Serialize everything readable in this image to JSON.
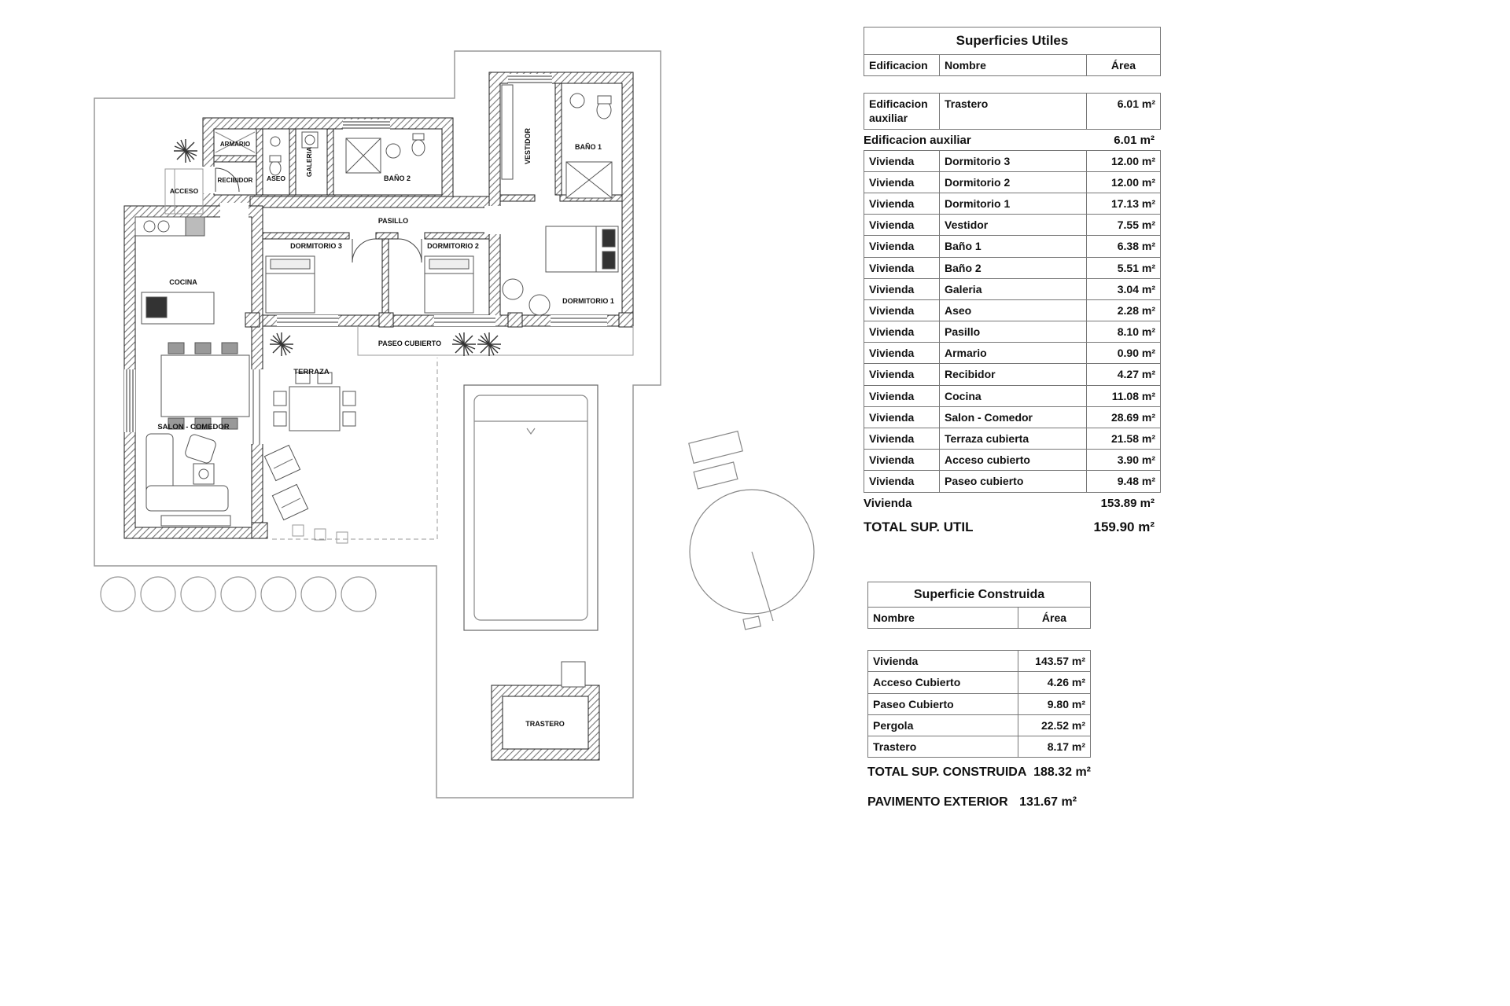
{
  "plan": {
    "labels": {
      "armario": "ARMARIO",
      "acceso": "ACCESO",
      "recibidor": "RECIBIDOR",
      "aseo": "ASEO",
      "galeria": "GALERIA",
      "bano2": "BAÑO 2",
      "pasillo": "PASILLO",
      "vestidor": "VESTIDOR",
      "bano1": "BAÑO 1",
      "dormitorio3": "DORMITORIO 3",
      "dormitorio2": "DORMITORIO 2",
      "dormitorio1": "DORMITORIO 1",
      "cocina": "COCINA",
      "salon": "SALON - COMEDOR",
      "terraza": "TERRAZA",
      "paseo": "PASEO CUBIERTO",
      "trastero": "TRASTERO"
    }
  },
  "superficies_utiles": {
    "title": "Superficies Utiles",
    "headers": [
      "Edificacion",
      "Nombre",
      "Área"
    ],
    "aux_row": {
      "edificacion": "Edificacion auxiliar",
      "nombre": "Trastero",
      "area": "6.01 m²"
    },
    "subtotal_aux": {
      "label": "Edificacion auxiliar",
      "area": "6.01 m²"
    },
    "vivienda_rows": [
      {
        "edificacion": "Vivienda",
        "nombre": "Dormitorio 3",
        "area": "12.00 m²"
      },
      {
        "edificacion": "Vivienda",
        "nombre": "Dormitorio 2",
        "area": "12.00 m²"
      },
      {
        "edificacion": "Vivienda",
        "nombre": "Dormitorio 1",
        "area": "17.13 m²"
      },
      {
        "edificacion": "Vivienda",
        "nombre": "Vestidor",
        "area": "7.55 m²"
      },
      {
        "edificacion": "Vivienda",
        "nombre": "Baño 1",
        "area": "6.38 m²"
      },
      {
        "edificacion": "Vivienda",
        "nombre": "Baño 2",
        "area": "5.51 m²"
      },
      {
        "edificacion": "Vivienda",
        "nombre": "Galeria",
        "area": "3.04 m²"
      },
      {
        "edificacion": "Vivienda",
        "nombre": "Aseo",
        "area": "2.28 m²"
      },
      {
        "edificacion": "Vivienda",
        "nombre": "Pasillo",
        "area": "8.10 m²"
      },
      {
        "edificacion": "Vivienda",
        "nombre": "Armario",
        "area": "0.90 m²"
      },
      {
        "edificacion": "Vivienda",
        "nombre": "Recibidor",
        "area": "4.27 m²"
      },
      {
        "edificacion": "Vivienda",
        "nombre": "Cocina",
        "area": "11.08 m²"
      },
      {
        "edificacion": "Vivienda",
        "nombre": "Salon - Comedor",
        "area": "28.69 m²"
      },
      {
        "edificacion": "Vivienda",
        "nombre": "Terraza cubierta",
        "area": "21.58 m²"
      },
      {
        "edificacion": "Vivienda",
        "nombre": "Acceso cubierto",
        "area": "3.90 m²"
      },
      {
        "edificacion": "Vivienda",
        "nombre": "Paseo cubierto",
        "area": "9.48 m²"
      }
    ],
    "subtotal_vivienda": {
      "label": "Vivienda",
      "area": "153.89 m²"
    },
    "total": {
      "label": "TOTAL SUP. UTIL",
      "area": "159.90 m²"
    }
  },
  "superficie_construida": {
    "title": "Superficie Construida",
    "headers": [
      "Nombre",
      "Área"
    ],
    "rows": [
      {
        "nombre": "Vivienda",
        "area": "143.57 m²"
      },
      {
        "nombre": "Acceso Cubierto",
        "area": "4.26 m²"
      },
      {
        "nombre": "Paseo Cubierto",
        "area": "9.80 m²"
      },
      {
        "nombre": "Pergola",
        "area": "22.52 m²"
      },
      {
        "nombre": "Trastero",
        "area": "8.17 m²"
      }
    ],
    "total": {
      "label": "TOTAL SUP. CONSTRUIDA",
      "area": "188.32 m²"
    }
  },
  "footer": {
    "pavimento_label": "PAVIMENTO EXTERIOR",
    "pavimento_area": "131.67 m²"
  }
}
